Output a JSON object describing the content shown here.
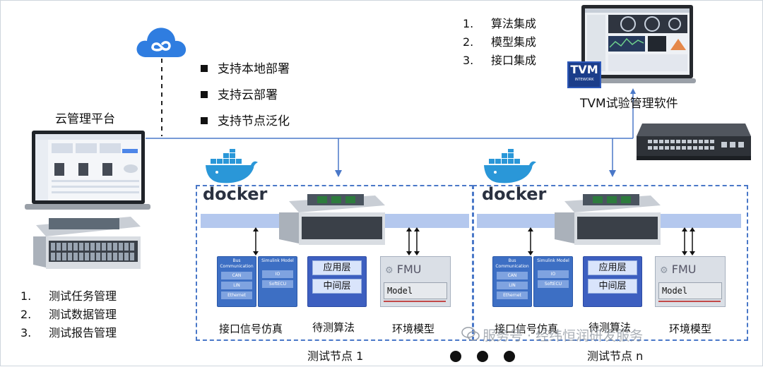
{
  "features": [
    "支持本地部署",
    "支持云部署",
    "支持节点泛化"
  ],
  "cloud_platform_title": "云管理平台",
  "cloud_tasks": [
    {
      "num": "1.",
      "text": "测试任务管理"
    },
    {
      "num": "2.",
      "text": "测试数据管理"
    },
    {
      "num": "3.",
      "text": "测试报告管理"
    }
  ],
  "tvm": {
    "integrations": [
      {
        "num": "1.",
        "text": "算法集成"
      },
      {
        "num": "2.",
        "text": "模型集成"
      },
      {
        "num": "3.",
        "text": "接口集成"
      }
    ],
    "title": "TVM试验管理软件",
    "logo_text": "TVM",
    "logo_sub": "INTEWORK"
  },
  "nodes": [
    {
      "docker_label": "docker",
      "signal_box": {
        "bus_title": "Bus Communication",
        "bus_items": [
          "CAN",
          "LIN",
          "Ethernet"
        ],
        "sim_title": "Simulink Model",
        "sim_items": [
          "IO",
          "SoftECU"
        ]
      },
      "middle_box": {
        "tabs": [
          "应用层",
          "中间层"
        ]
      },
      "fmu_box": {
        "title": "FMU",
        "model_text": "Model"
      },
      "labels": [
        "接口信号仿真",
        "待测算法",
        "环境模型"
      ],
      "node_label": "测试节点 1"
    },
    {
      "docker_label": "docker",
      "signal_box": {
        "bus_title": "Bus Communication",
        "bus_items": [
          "CAN",
          "LIN",
          "Ethernet"
        ],
        "sim_title": "Simulink Model",
        "sim_items": [
          "IO",
          "SoftECU"
        ]
      },
      "middle_box": {
        "tabs": [
          "应用层",
          "中间层"
        ]
      },
      "fmu_box": {
        "title": "FMU",
        "model_text": "Model"
      },
      "labels": [
        "接口信号仿真",
        "待测算法",
        "环境模型"
      ],
      "node_label": "测试节点 n"
    }
  ],
  "watermark": "服务号 · 经纬恒润研发服务",
  "colors": {
    "node_border": "#4a78c8",
    "bar": "#b4c8ee",
    "box_blue": "#3d6fc4",
    "cloud": "#2f7de0",
    "line": "#4a78c8"
  }
}
